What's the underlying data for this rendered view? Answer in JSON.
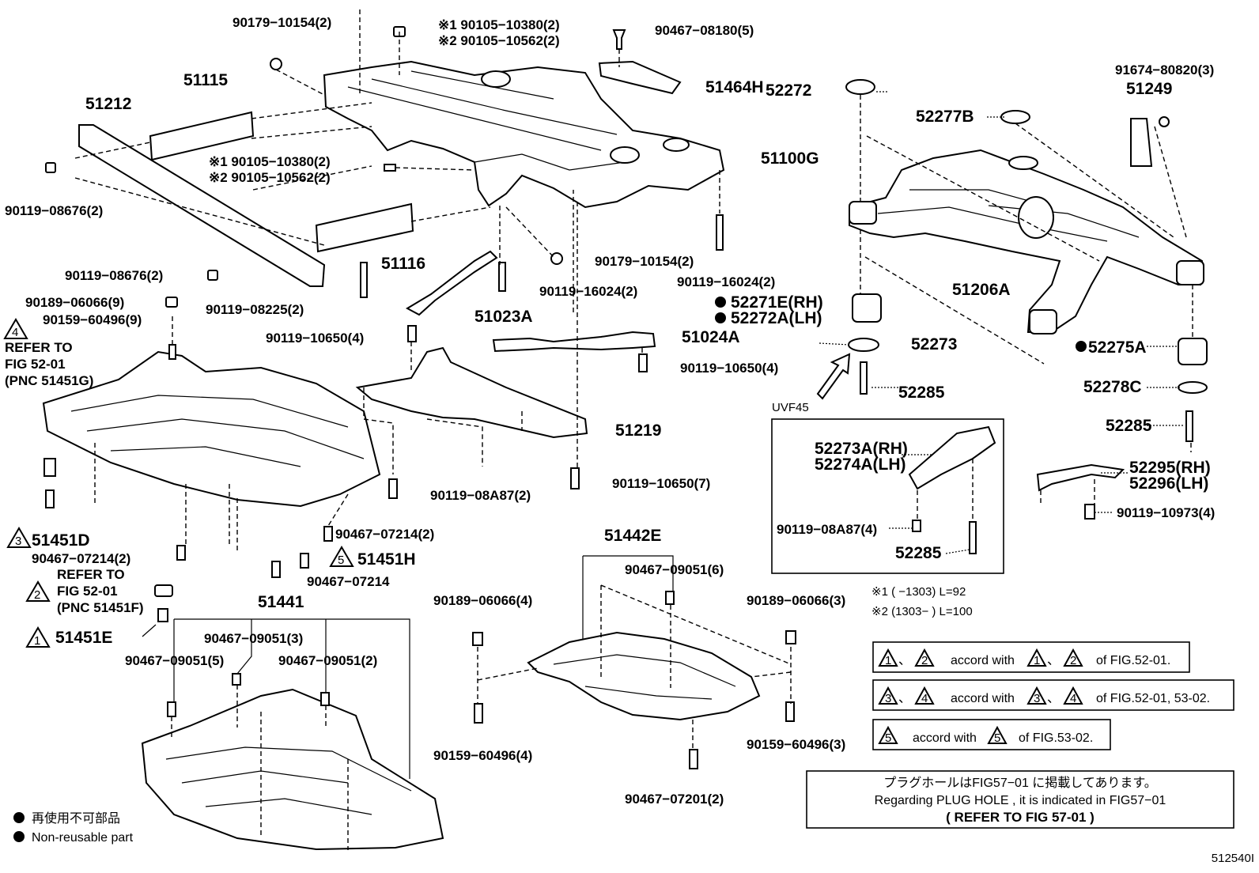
{
  "labels": {
    "p90179_10154_a": "90179−10154(2)",
    "p90105_10380_a": "※1 90105−10380(2)",
    "p90105_10562_a": "※2 90105−10562(2)",
    "p90467_08180": "90467−08180(5)",
    "p91674_80820": "91674−80820(3)",
    "p51115": "51115",
    "p51212": "51212",
    "p51464H": "51464H",
    "p52272": "52272",
    "p52277B": "52277B",
    "p51249": "51249",
    "p90105_10380_b": "※1 90105−10380(2)",
    "p90105_10562_b": "※2 90105−10562(2)",
    "p51100G": "51100G",
    "p90119_08676_a": "90119−08676(2)",
    "p51116": "51116",
    "p90179_10154_b": "90179−10154(2)",
    "p90119_16024_a": "90119−16024(2)",
    "p51206A": "51206A",
    "p90119_08676_b": "90119−08676(2)",
    "p90119_16024_b": "90119−16024(2)",
    "p52271E": "52271E(RH)",
    "p52272A": "52272A(LH)",
    "p90189_06066_a": "90189−06066(9)",
    "p90119_08225": "90119−08225(2)",
    "p51023A": "51023A",
    "p90159_60496_a": "90159−60496(9)",
    "p90119_10650_a": "90119−10650(4)",
    "p51024A": "51024A",
    "p52273": "52273",
    "p52275A": "52275A",
    "p90119_10650_b": "90119−10650(4)",
    "refer_to_a": "REFER TO",
    "fig_52_01_a": "FIG 52-01",
    "pnc_51451G": "(PNC 51451G)",
    "p52285_a": "52285",
    "p52278C": "52278C",
    "uvf45": "UVF45",
    "p51219": "51219",
    "p52285_b": "52285",
    "p52273A": "52273A(RH)",
    "p52274A": "52274A(LH)",
    "p52295": "52295(RH)",
    "p52296": "52296(LH)",
    "p90119_08A87_a": "90119−08A87(2)",
    "p90119_10650_c": "90119−10650(7)",
    "p90119_10973": "90119−10973(4)",
    "p90119_08A87_b": "90119−08A87(4)",
    "p52285_c": "52285",
    "p51451D": "51451D",
    "p90467_07214_a": "90467−07214(2)",
    "p51442E": "51442E",
    "p90467_07214_b": "90467−07214(2)",
    "refer_to_b": "REFER TO",
    "p51451H": "51451H",
    "p90467_07214_c": "90467−07214",
    "fig_52_01_b": "FIG 52-01",
    "pnc_51451F": "(PNC 51451F)",
    "p90467_09051_a": "90467−09051(6)",
    "p51441": "51441",
    "p90189_06066_b": "90189−06066(4)",
    "p90189_06066_c": "90189−06066(3)",
    "note_1": "※1 (       −1303) L=92",
    "note_2": "※2 (1303−       ) L=100",
    "p51451E": "51451E",
    "p90467_09051_b": "90467−09051(3)",
    "p90467_09051_c": "90467−09051(5)",
    "p90467_09051_d": "90467−09051(2)",
    "p90159_60496_b": "90159−60496(4)",
    "p90159_60496_c": "90159−60496(3)",
    "p90467_07201": "90467−07201(2)"
  },
  "triangles": {
    "t4": "4",
    "t3": "3",
    "t5": "5",
    "t2": "2",
    "t1": "1"
  },
  "accord": {
    "a1_pre": "、",
    "a1_text": "accord with",
    "a1_mid": "、",
    "a1_tail": "of FIG.52-01.",
    "a2_pre": "、",
    "a2_text": "accord with",
    "a2_mid": "、",
    "a2_tail": "of FIG.52-01, 53-02.",
    "a3_text": "accord with",
    "a3_tail": "of FIG.53-02."
  },
  "plug_hole": {
    "jp": "プラグホールはFIG57−01 に掲載してあります。",
    "en": "Regarding  PLUG HOLE , it is indicated in FIG57−01",
    "refer": "(    REFER TO FIG 57-01    )"
  },
  "legend": {
    "jp": "再使用不可部品",
    "en": "Non-reusable part"
  },
  "figure_id": "512540I"
}
